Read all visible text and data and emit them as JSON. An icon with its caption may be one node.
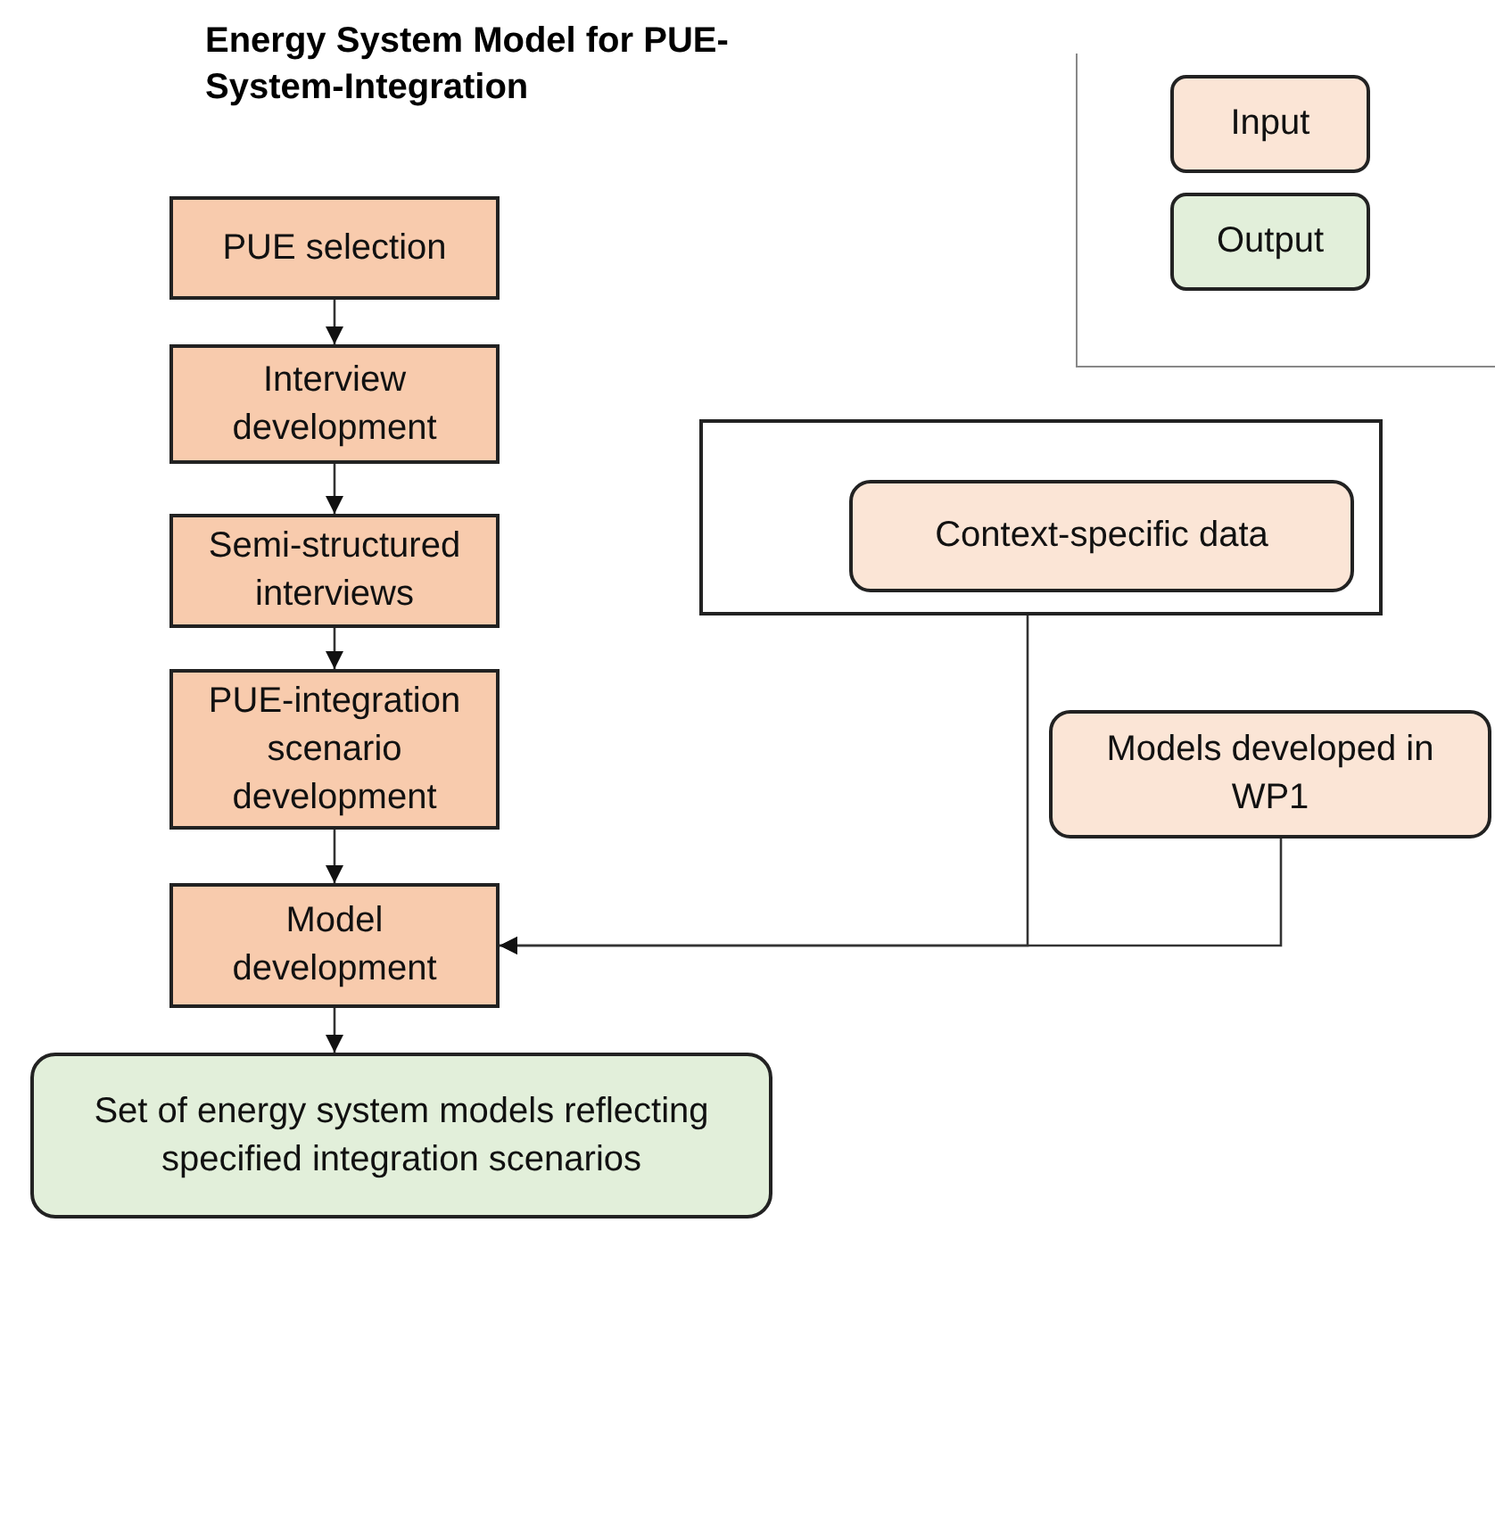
{
  "diagram": {
    "title": "Energy System Model for PUE-System-Integration",
    "nodes": [
      {
        "text": [
          "PUE selection"
        ]
      },
      {
        "text": [
          "Interview development"
        ]
      },
      {
        "text": [
          "Semi-structured interviews"
        ]
      },
      {
        "text": [
          "PUE-integration scenario development"
        ]
      },
      {
        "text": [
          "Model development"
        ]
      },
      {
        "text": [
          "Set of energy system models reflecting specified integration scenarios"
        ]
      },
      {
        "text": [],
        "shape": "box"
      },
      {
        "text": [
          "Context-specific data"
        ],
        "in": 6
      },
      {
        "text": [
          "Models developed in WP1"
        ]
      }
    ],
    "edges": [
      {
        "from": 0,
        "to": 1,
        "arrow": "to"
      },
      {
        "from": 1,
        "to": 2,
        "arrow": "to"
      },
      {
        "from": 2,
        "to": 3,
        "arrow": "to"
      },
      {
        "from": 3,
        "to": 4,
        "arrow": "to"
      },
      {
        "from": 4,
        "to": 5,
        "arrow": "to"
      },
      {
        "from": 6,
        "to": 4,
        "arrow": "to"
      },
      {
        "from": 8,
        "to": 4,
        "arrow": "to"
      }
    ],
    "legend": [
      {
        "text": "Input",
        "color": "#fbe5d6"
      },
      {
        "text": "Output",
        "color": "#e2efda"
      }
    ]
  }
}
